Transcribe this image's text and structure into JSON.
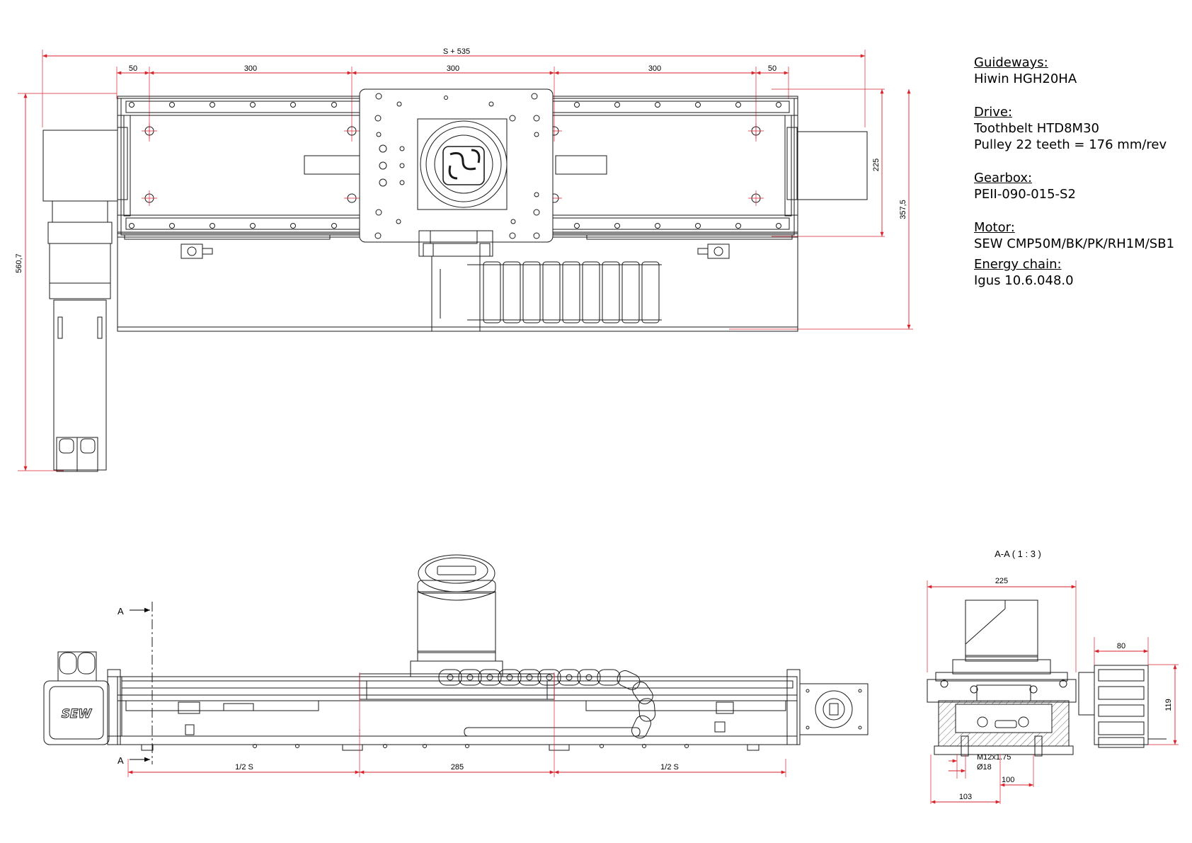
{
  "specs": [
    {
      "heading": "Guideways:",
      "lines": [
        "Hiwin HGH20HA"
      ]
    },
    {
      "heading": "Drive:",
      "lines": [
        "Toothbelt HTD8M30",
        "Pulley 22 teeth = 176 mm/rev"
      ]
    },
    {
      "heading": "Gearbox:",
      "lines": [
        "PEII-090-015-S2"
      ]
    },
    {
      "heading": "Motor:",
      "lines": [
        "SEW CMP50M/BK/PK/RH1M/SB1"
      ]
    },
    {
      "heading": "Energy chain:",
      "lines": [
        "Igus 10.6.048.0"
      ]
    }
  ],
  "top_view": {
    "overall_length": "S + 535",
    "spacings": [
      "50",
      "300",
      "300",
      "300",
      "50"
    ],
    "rail_width": "225",
    "total_width": "357,5",
    "overall_height": "560,7"
  },
  "side_view": {
    "section_mark": "A",
    "half_stroke_left": "1/2 S",
    "carriage_length": "285",
    "half_stroke_right": "1/2 S",
    "motor_brand": "SEW"
  },
  "section_view": {
    "title": "A-A ( 1 : 3 )",
    "width": "225",
    "chain_width": "80",
    "height": "119",
    "thread": "M12x1.75",
    "diameter": "Ø18",
    "dim_100": "100",
    "dim_103": "103"
  },
  "colors": {
    "line": "#1a1a1a",
    "dimension": "#d9232d",
    "centerline": "#d9232d"
  }
}
